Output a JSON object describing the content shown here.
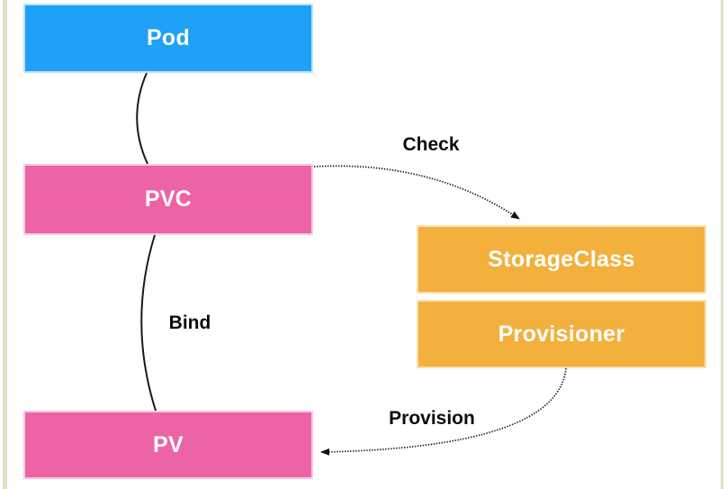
{
  "diagram": {
    "nodes": {
      "pod": {
        "label": "Pod",
        "color": "#1EA1F6"
      },
      "pvc": {
        "label": "PVC",
        "color": "#EC64A6"
      },
      "pv": {
        "label": "PV",
        "color": "#EC64A6"
      },
      "storageclass": {
        "label": "StorageClass",
        "color": "#F3B03C"
      },
      "provisioner": {
        "label": "Provisioner",
        "color": "#F3B03C"
      }
    },
    "edges": {
      "pod_to_pvc": {
        "label": "",
        "type": "solid-curve",
        "from": "Pod",
        "to": "PVC"
      },
      "check": {
        "label": "Check",
        "type": "dotted-arrow",
        "from": "PVC",
        "to": "StorageClass"
      },
      "bind": {
        "label": "Bind",
        "type": "solid-curve",
        "from": "PVC",
        "to": "PV"
      },
      "provision": {
        "label": "Provision",
        "type": "dotted-arrow",
        "from": "Provisioner",
        "to": "PV"
      }
    },
    "colors": {
      "node_text": "#FFFFFF",
      "edge_label_text": "#0D0D0D",
      "line": "#1A1A1A",
      "page_frame": "#E4DFC8",
      "background": "#FFFFFF"
    }
  }
}
